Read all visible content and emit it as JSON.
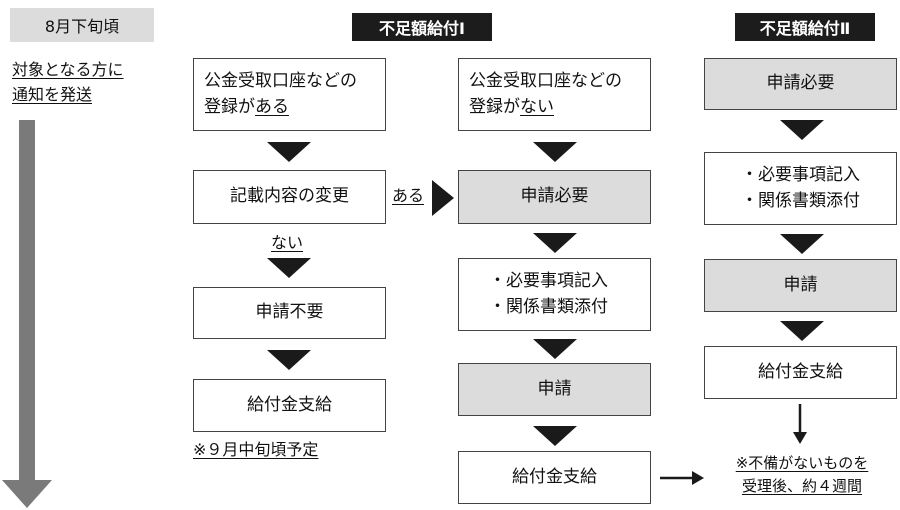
{
  "timeline": {
    "date_label": "8月下旬頃",
    "note_line1": "対象となる方に",
    "note_line2": "通知を発送"
  },
  "col1": {
    "header": "不足額給付Ⅰ",
    "box_registered_line1": "公金受取口座などの",
    "box_registered_line2_prefix": "登録が",
    "box_registered_line2_emph": "ある",
    "box_change": "記載内容の変更",
    "label_no": "ない",
    "label_yes": "ある",
    "box_no_application": "申請不要",
    "box_payment": "給付金支給",
    "note_schedule": "※９月中旬頃予定"
  },
  "col2": {
    "box_unregistered_line1": "公金受取口座などの",
    "box_unregistered_line2_prefix": "登録が",
    "box_unregistered_line2_emph": "ない",
    "box_application_required": "申請必要",
    "box_docs_line1": "・必要事項記入",
    "box_docs_line2": "・関係書類添付",
    "box_application": "申請",
    "box_payment": "給付金支給"
  },
  "col3": {
    "header": "不足額給付Ⅱ",
    "box_application_required": "申請必要",
    "box_docs_line1": "・必要事項記入",
    "box_docs_line2": "・関係書類添付",
    "box_application": "申請",
    "box_payment": "給付金支給",
    "note_line1": "※不備がないものを",
    "note_line2": "受理後、約４週間"
  },
  "colors": {
    "header_bg": "#1c1c1c",
    "gray_box": "#dcdcdc",
    "timeline_arrow": "#7a7a7a"
  }
}
